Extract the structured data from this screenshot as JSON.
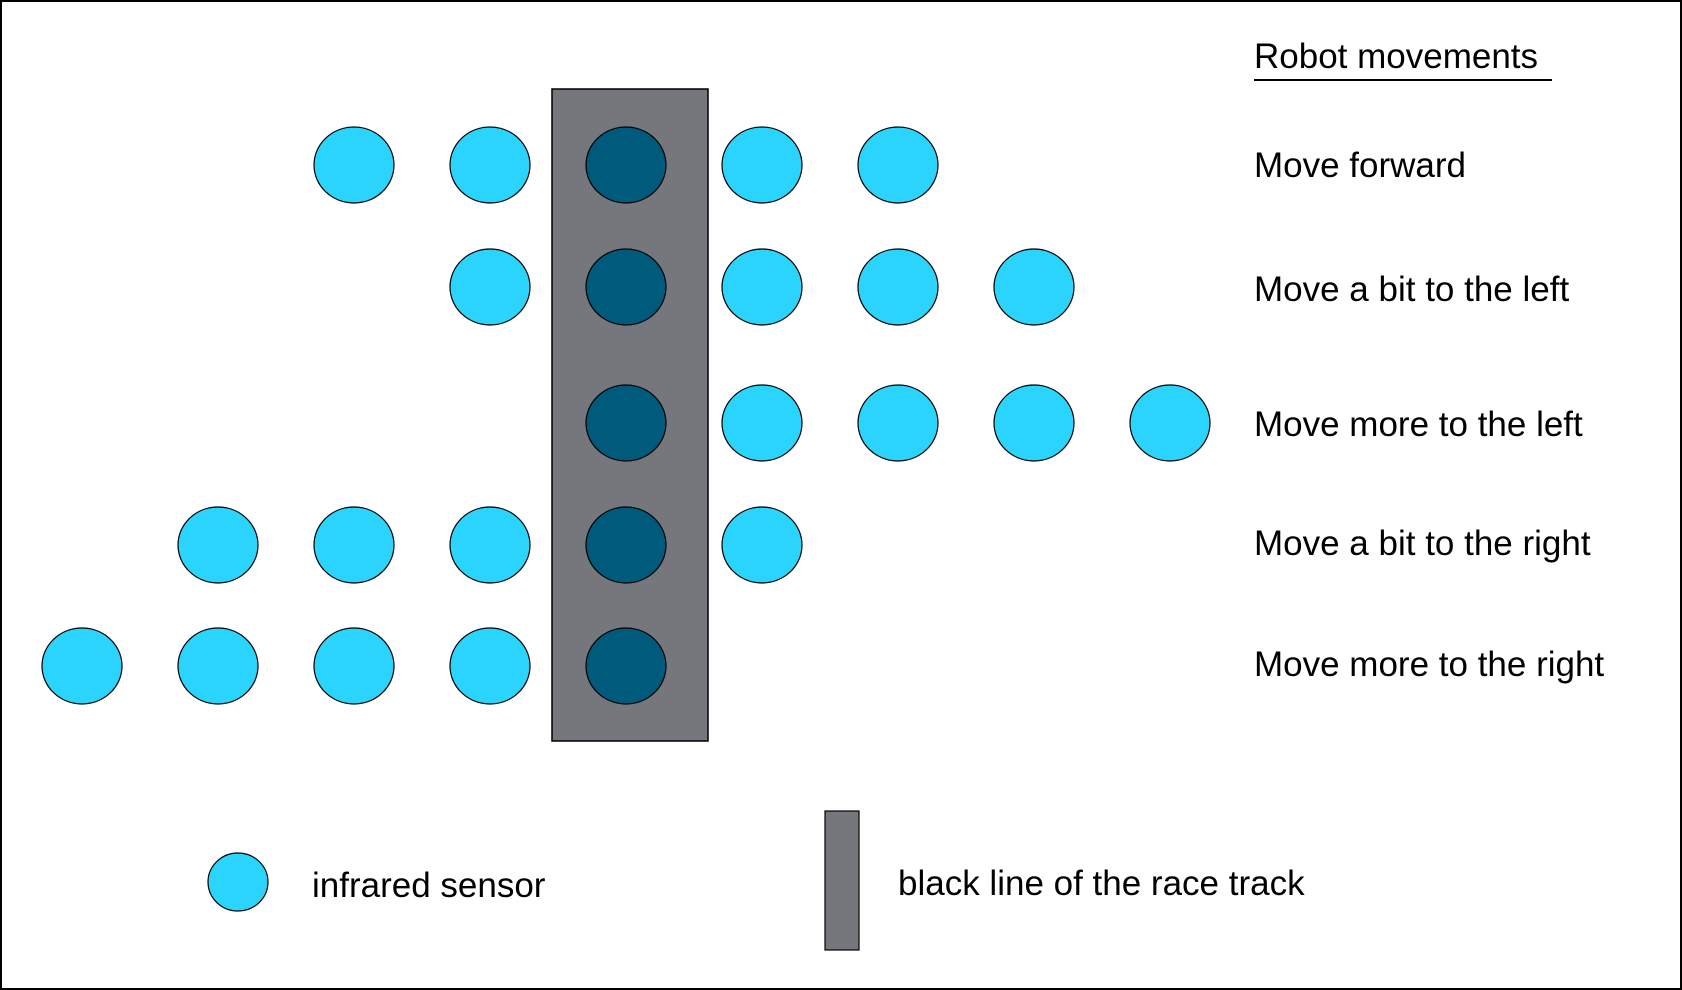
{
  "colors": {
    "sensor_fill": "#2bd4fc",
    "sensor_on_line_fill": "#005a7c",
    "track_line_fill": "#75777c",
    "outline": "#000000",
    "background": "#ffffff"
  },
  "movements": {
    "heading": "Robot movements",
    "rows": [
      {
        "label": "Move forward",
        "sensors_left_of_line": 2,
        "sensors_right_of_line": 2
      },
      {
        "label": "Move a bit to the left",
        "sensors_left_of_line": 1,
        "sensors_right_of_line": 3
      },
      {
        "label": "Move more to the left",
        "sensors_left_of_line": 0,
        "sensors_right_of_line": 4
      },
      {
        "label": "Move a bit to the right",
        "sensors_left_of_line": 3,
        "sensors_right_of_line": 1
      },
      {
        "label": "Move more to the right",
        "sensors_left_of_line": 4,
        "sensors_right_of_line": 0
      }
    ]
  },
  "legend": {
    "sensor_label": "infrared sensor",
    "line_label": "black line of the race track"
  }
}
